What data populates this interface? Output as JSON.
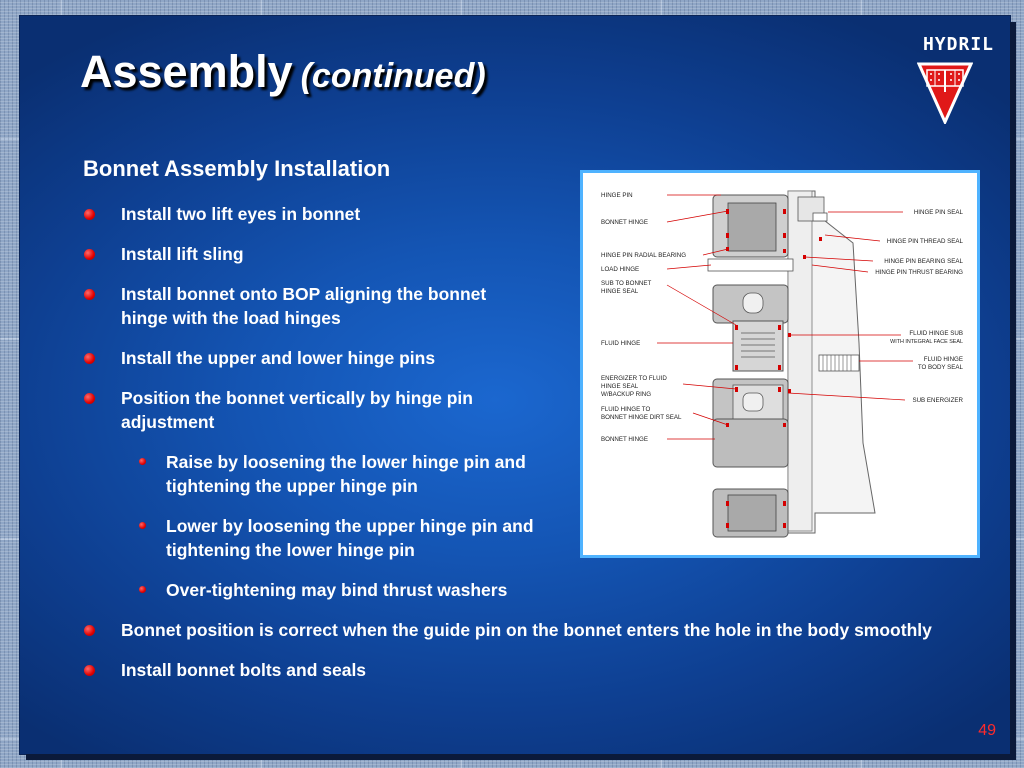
{
  "title": {
    "main": "Assembly",
    "sub": "(continued)"
  },
  "logo": {
    "text": "HYDRIL"
  },
  "heading": "Bonnet Assembly Installation",
  "bullets": [
    "Install two lift eyes in bonnet",
    "Install lift sling",
    "Install bonnet  onto BOP aligning the bonnet hinge with the load hinges",
    "Install the upper and lower hinge pins",
    "Position the bonnet vertically by hinge pin adjustment",
    "Bonnet position is correct when the guide pin on the bonnet enters the hole in the body smoothly",
    "Install bonnet bolts and seals"
  ],
  "sub_bullets": [
    "Raise by loosening the lower hinge pin and tightening the upper hinge pin",
    "Lower by loosening the upper hinge pin and tightening the lower hinge pin",
    "Over-tightening may bind thrust washers"
  ],
  "diagram": {
    "left_labels": {
      "hinge_pin": "HINGE PIN",
      "bonnet_hinge_top": "BONNET HINGE",
      "radial_bearing": "HINGE PIN RADIAL BEARING",
      "load_hinge": "LOAD HINGE",
      "sub_to_bonnet_1": "SUB TO BONNET",
      "sub_to_bonnet_2": "HINGE SEAL",
      "fluid_hinge": "FLUID HINGE",
      "energizer_1": "ENERGIZER TO FLUID",
      "energizer_2": "HINGE SEAL",
      "energizer_3": "W/BACKUP RING",
      "fluid_hinge_to_1": "FLUID HINGE TO",
      "fluid_hinge_to_2": "BONNET HINGE DIRT SEAL",
      "bonnet_hinge_bottom": "BONNET HINGE"
    },
    "right_labels": {
      "hinge_pin_seal": "HINGE PIN SEAL",
      "thread_seal": "HINGE PIN THREAD SEAL",
      "bearing_seal": "HINGE PIN BEARING SEAL",
      "thrust_bearing": "HINGE PIN THRUST BEARING",
      "fluid_hinge_sub_1": "FLUID HINGE SUB",
      "fluid_hinge_sub_2": "WITH INTEGRAL FACE SEAL",
      "fluid_hinge_body_1": "FLUID HINGE",
      "fluid_hinge_body_2": "TO BODY SEAL",
      "sub_energizer": "SUB ENERGIZER"
    }
  },
  "page_number": "49"
}
